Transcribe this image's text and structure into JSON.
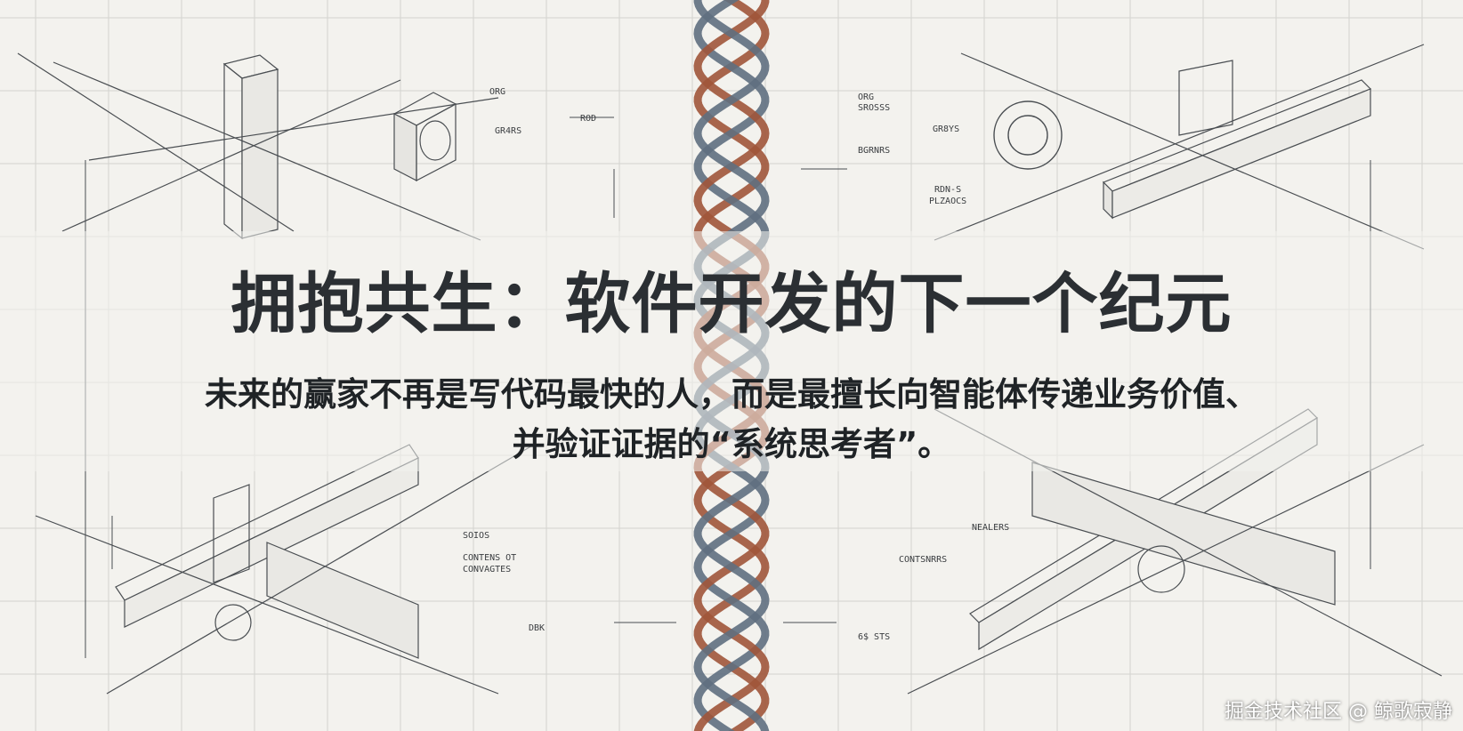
{
  "headline": "拥抱共生：软件开发的下一个纪元",
  "subtitle_line1": "未来的赢家不再是写代码最快的人，而是最擅长向智能体传递业务价值、",
  "subtitle_line2": "并验证证据的“系统思考者”。",
  "watermark": "掘金技术社区 @ 鲸歌寂静",
  "sketch_labels": {
    "top_left": [
      "ORG",
      "GR4RS"
    ],
    "top_center_left": [
      "ROD"
    ],
    "top_center_right": [
      "ORG",
      "SROSSS",
      "BGRNRS"
    ],
    "top_right": [
      "GR8YS",
      "RDN-S",
      "PLZAOCS"
    ],
    "bottom_left": [
      "SOIOS",
      "CONTENS OT",
      "CONVAGTES"
    ],
    "bottom_center": [
      "DBK",
      "6$ STS"
    ],
    "bottom_right": [
      "NEALERS",
      "CONTSNRRS"
    ]
  },
  "colors": {
    "background": "#f3f2ee",
    "grid": "#cfd0cc",
    "line": "#4a4e52",
    "strand_blue": "#5f6f80",
    "strand_red": "#a0553a",
    "title": "#2b2f33"
  }
}
